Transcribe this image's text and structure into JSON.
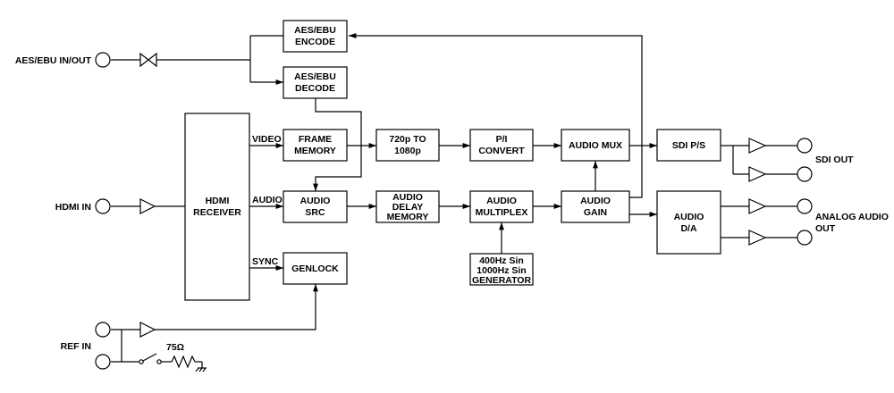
{
  "blocks": {
    "aes_encode": [
      "AES/EBU",
      "ENCODE"
    ],
    "aes_decode": [
      "AES/EBU",
      "DECODE"
    ],
    "hdmi_receiver": [
      "HDMI",
      "RECEIVER"
    ],
    "frame_memory": [
      "FRAME",
      "MEMORY"
    ],
    "convert_720": [
      "720p TO",
      "1080p"
    ],
    "pi_convert": [
      "P/I",
      "CONVERT"
    ],
    "audio_mux": [
      "AUDIO MUX"
    ],
    "sdi_ps": [
      "SDI P/S"
    ],
    "audio_src": [
      "AUDIO",
      "SRC"
    ],
    "audio_delay": [
      "AUDIO",
      "DELAY",
      "MEMORY"
    ],
    "audio_multiplex": [
      "AUDIO",
      "MULTIPLEX"
    ],
    "audio_gain": [
      "AUDIO",
      "GAIN"
    ],
    "audio_da": [
      "AUDIO",
      "D/A"
    ],
    "genlock": [
      "GENLOCK"
    ],
    "generator": [
      "400Hz Sin",
      "1000Hz Sin",
      "GENERATOR"
    ]
  },
  "labels": {
    "aes_io": "AES/EBU IN/OUT",
    "hdmi_in": "HDMI IN",
    "ref_in": "REF IN",
    "sdi_out": "SDI OUT",
    "analog_out": [
      "ANALOG AUDIO",
      "OUT"
    ],
    "video": "VIDEO",
    "audio": "AUDIO",
    "sync": "SYNC",
    "termination": "75Ω"
  }
}
